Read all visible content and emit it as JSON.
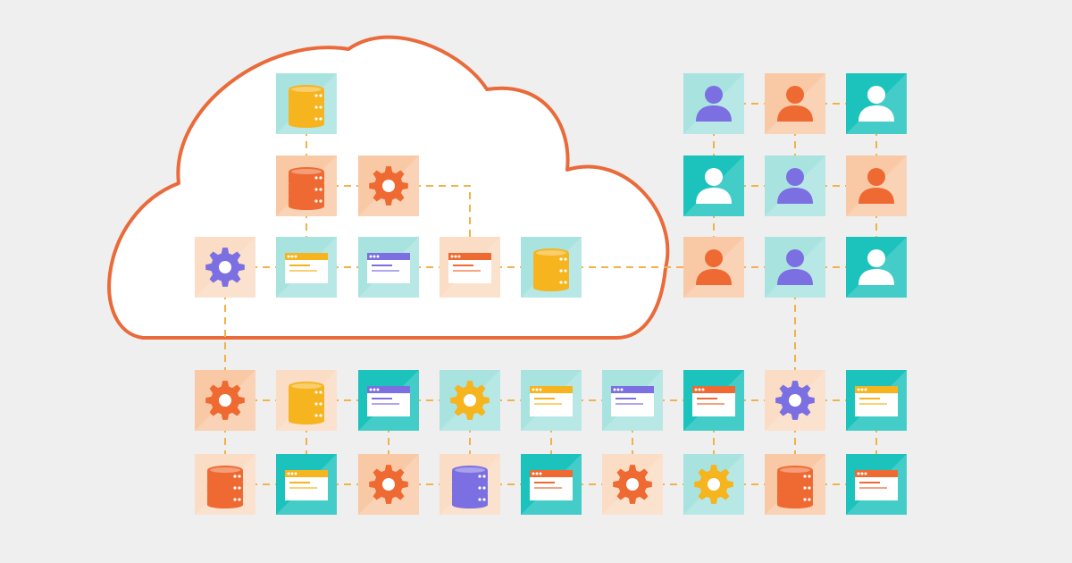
{
  "colors": {
    "background": "#efefef",
    "cloud_stroke": "#ea6a3a",
    "cloud_fill": "#ffffff",
    "connector": "#f2b24a",
    "teal": "#1cc3bc",
    "teal_light": "#a9e3e0",
    "peach": "#f9c9a6",
    "peach_light": "#fbdcc4",
    "orange": "#ef6a32",
    "purple": "#7b6fe2",
    "yellow": "#f6b41e",
    "white": "#ffffff"
  },
  "nodes": [
    {
      "id": "c1",
      "icon": "database-icon",
      "bg": "teal_light",
      "fg": "yellow"
    },
    {
      "id": "c2",
      "icon": "database-icon",
      "bg": "peach",
      "fg": "orange"
    },
    {
      "id": "c3",
      "icon": "gear-icon",
      "bg": "peach",
      "fg": "orange"
    },
    {
      "id": "c4",
      "icon": "gear-icon",
      "bg": "peach_light",
      "fg": "purple"
    },
    {
      "id": "c5",
      "icon": "browser-window-icon",
      "bg": "teal_light",
      "fg": "yellow"
    },
    {
      "id": "c6",
      "icon": "browser-window-icon",
      "bg": "teal_light",
      "fg": "purple"
    },
    {
      "id": "c7",
      "icon": "browser-window-icon",
      "bg": "peach_light",
      "fg": "orange"
    },
    {
      "id": "c8",
      "icon": "database-icon",
      "bg": "teal_light",
      "fg": "yellow"
    },
    {
      "id": "u1",
      "icon": "user-icon",
      "bg": "teal_light",
      "fg": "purple"
    },
    {
      "id": "u2",
      "icon": "user-icon",
      "bg": "peach",
      "fg": "orange"
    },
    {
      "id": "u3",
      "icon": "user-icon",
      "bg": "teal",
      "fg": "white"
    },
    {
      "id": "u4",
      "icon": "user-icon",
      "bg": "teal",
      "fg": "white"
    },
    {
      "id": "u5",
      "icon": "user-icon",
      "bg": "teal_light",
      "fg": "purple"
    },
    {
      "id": "u6",
      "icon": "user-icon",
      "bg": "peach",
      "fg": "orange"
    },
    {
      "id": "u7",
      "icon": "user-icon",
      "bg": "peach",
      "fg": "orange"
    },
    {
      "id": "u8",
      "icon": "user-icon",
      "bg": "teal_light",
      "fg": "purple"
    },
    {
      "id": "u9",
      "icon": "user-icon",
      "bg": "teal",
      "fg": "white"
    },
    {
      "id": "b1",
      "icon": "gear-icon",
      "bg": "peach",
      "fg": "orange"
    },
    {
      "id": "b2",
      "icon": "database-icon",
      "bg": "peach_light",
      "fg": "yellow"
    },
    {
      "id": "b3",
      "icon": "browser-window-icon",
      "bg": "teal",
      "fg": "purple"
    },
    {
      "id": "b4",
      "icon": "gear-icon",
      "bg": "teal_light",
      "fg": "yellow"
    },
    {
      "id": "b5",
      "icon": "browser-window-icon",
      "bg": "teal_light",
      "fg": "yellow"
    },
    {
      "id": "b6",
      "icon": "browser-window-icon",
      "bg": "teal_light",
      "fg": "purple"
    },
    {
      "id": "b7",
      "icon": "browser-window-icon",
      "bg": "teal",
      "fg": "orange"
    },
    {
      "id": "b8",
      "icon": "gear-icon",
      "bg": "peach_light",
      "fg": "purple"
    },
    {
      "id": "b9",
      "icon": "browser-window-icon",
      "bg": "teal",
      "fg": "yellow"
    },
    {
      "id": "d1",
      "icon": "database-icon",
      "bg": "peach_light",
      "fg": "orange"
    },
    {
      "id": "d2",
      "icon": "browser-window-icon",
      "bg": "teal",
      "fg": "yellow"
    },
    {
      "id": "d3",
      "icon": "gear-icon",
      "bg": "peach",
      "fg": "orange"
    },
    {
      "id": "d4",
      "icon": "database-icon",
      "bg": "peach_light",
      "fg": "purple"
    },
    {
      "id": "d5",
      "icon": "browser-window-icon",
      "bg": "teal",
      "fg": "orange"
    },
    {
      "id": "d6",
      "icon": "gear-icon",
      "bg": "peach_light",
      "fg": "orange"
    },
    {
      "id": "d7",
      "icon": "gear-icon",
      "bg": "teal_light",
      "fg": "yellow"
    },
    {
      "id": "d8",
      "icon": "database-icon",
      "bg": "peach",
      "fg": "orange"
    },
    {
      "id": "d9",
      "icon": "browser-window-icon",
      "bg": "teal",
      "fg": "orange"
    }
  ],
  "edges": [
    [
      "c1",
      "c2"
    ],
    [
      "c2",
      "c3"
    ],
    [
      "c2",
      "c5"
    ],
    [
      "c3",
      "c7"
    ],
    [
      "c4",
      "c5"
    ],
    [
      "c5",
      "c6"
    ],
    [
      "c6",
      "c7"
    ],
    [
      "c7",
      "c8"
    ],
    [
      "c8",
      "u7"
    ],
    [
      "c4",
      "b1"
    ],
    [
      "u1",
      "u2"
    ],
    [
      "u2",
      "u3"
    ],
    [
      "u4",
      "u5"
    ],
    [
      "u5",
      "u6"
    ],
    [
      "u7",
      "u8"
    ],
    [
      "u8",
      "u9"
    ],
    [
      "u1",
      "u4"
    ],
    [
      "u2",
      "u5"
    ],
    [
      "u3",
      "u6"
    ],
    [
      "u4",
      "u7"
    ],
    [
      "u6",
      "u9"
    ],
    [
      "u8",
      "b8"
    ],
    [
      "b1",
      "b2"
    ],
    [
      "b2",
      "b3"
    ],
    [
      "b3",
      "b4"
    ],
    [
      "b4",
      "b5"
    ],
    [
      "b5",
      "b6"
    ],
    [
      "b6",
      "b7"
    ],
    [
      "b7",
      "b8"
    ],
    [
      "b8",
      "b9"
    ],
    [
      "d1",
      "d2"
    ],
    [
      "d2",
      "d3"
    ],
    [
      "d3",
      "d4"
    ],
    [
      "d4",
      "d5"
    ],
    [
      "d5",
      "d6"
    ],
    [
      "d6",
      "d7"
    ],
    [
      "d7",
      "d8"
    ],
    [
      "d8",
      "d9"
    ],
    [
      "b1",
      "d1"
    ],
    [
      "b2",
      "d2"
    ],
    [
      "b3",
      "d3"
    ],
    [
      "b4",
      "d4"
    ],
    [
      "b5",
      "d5"
    ],
    [
      "b6",
      "d6"
    ],
    [
      "b7",
      "d7"
    ],
    [
      "b8",
      "d8"
    ],
    [
      "b9",
      "d9"
    ]
  ]
}
